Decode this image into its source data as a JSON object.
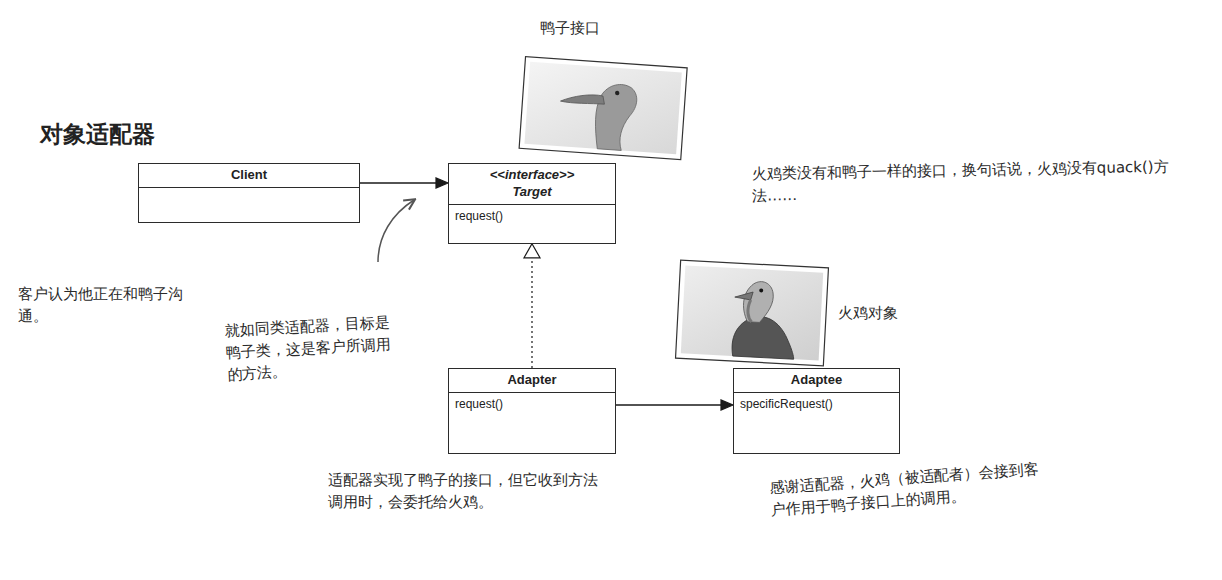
{
  "diagram": {
    "title": "对象适配器",
    "nodes": [
      {
        "text": [
          "Client"
        ]
      },
      {
        "text": [
          "<<interface>>",
          "Target",
          "request()"
        ]
      },
      {
        "text": [
          "Adapter",
          "request()"
        ]
      },
      {
        "text": [
          "Adaptee",
          "specificRequest()"
        ]
      }
    ],
    "edges": [
      {
        "from": 0,
        "to": 1,
        "arrow": "to"
      },
      {
        "from": 2,
        "to": 1,
        "arrow": "to"
      },
      {
        "from": 2,
        "to": 3,
        "arrow": "to"
      }
    ],
    "labels": [
      "鸭子接口",
      "火鸡类没有和鸭子一样的接口，换句话说，火鸡没有quack()方法……",
      "火鸡对象",
      "客户认为他正在和鸭子沟通。",
      "就如同类适配器，目标是鸭子类，这是客户所调用的方法。",
      "适配器实现了鸭子的接口，但它收到方法调用时，会委托给火鸡。",
      "感谢适配器，火鸡（被适配者）会接到客户作用于鸭子接口上的调用。"
    ]
  }
}
